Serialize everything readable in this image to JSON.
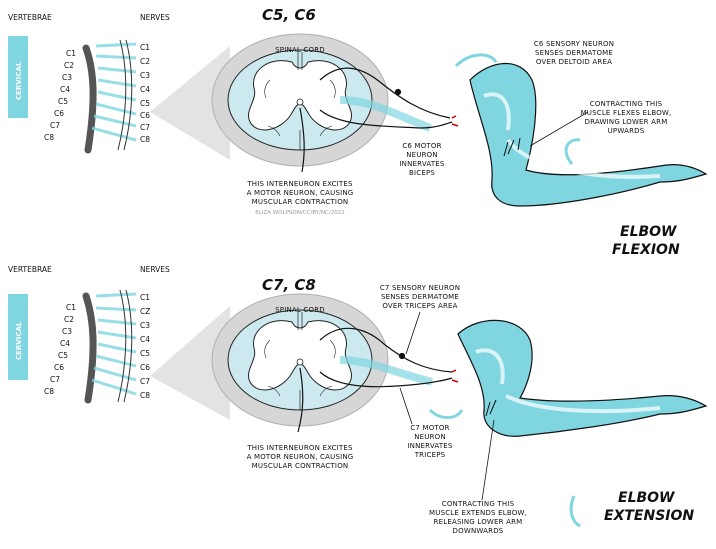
{
  "colors": {
    "cyan": "#7fd6e0",
    "cyan_light": "#c6ecf1",
    "grey": "#d9d9d9",
    "grey_dark": "#c2c2c2",
    "ink": "#111111",
    "bone": "#5a5a5a"
  },
  "panels": [
    {
      "title": "C5, C6",
      "vertebrae_label": "VERTEBRAE",
      "nerves_label": "NERVES",
      "region_label": "CERVICAL",
      "vertebra_levels": [
        "C1",
        "C2",
        "C3",
        "C4",
        "C5",
        "C6",
        "C7",
        "C8"
      ],
      "nerve_levels": [
        "C1",
        "C2",
        "C3",
        "C4",
        "C5",
        "C6",
        "C7",
        "C8"
      ],
      "spinal_cord_label": "SPINAL CORD",
      "interneuron_note": [
        "THIS INTERNEURON EXCITES",
        "A MOTOR NEURON, CAUSING",
        "MUSCULAR CONTRACTION"
      ],
      "credit": "ELIZA WOLPSON/CC/BY/NC/2022",
      "sensory_note": [
        "C6 SENSORY NEURON",
        "SENSES DERMATOME",
        "OVER DELTOID AREA"
      ],
      "muscle_note": [
        "CONTRACTING THIS",
        "MUSCLE FLEXES ELBOW,",
        "DRAWING LOWER ARM",
        "UPWARDS"
      ],
      "motor_note": [
        "C6 MOTOR",
        "NEURON",
        "INNERVATES",
        "BICEPS"
      ],
      "action_title": [
        "ELBOW",
        "FLEXION"
      ]
    },
    {
      "title": "C7, C8",
      "vertebrae_label": "VERTEBRAE",
      "nerves_label": "NERVES",
      "region_label": "CERVICAL",
      "vertebra_levels": [
        "C1",
        "C2",
        "C3",
        "C4",
        "C5",
        "C6",
        "C7",
        "C8"
      ],
      "nerve_levels": [
        "C1",
        "CZ",
        "C3",
        "C4",
        "C5",
        "C6",
        "C7",
        "C8"
      ],
      "spinal_cord_label": "SPINAL CORD",
      "interneuron_note": [
        "THIS INTERNEURON EXCITES",
        "A MOTOR NEURON, CAUSING",
        "MUSCULAR CONTRACTION"
      ],
      "sensory_note": [
        "C7 SENSORY NEURON",
        "SENSES DERMATOME",
        "OVER TRICEPS AREA"
      ],
      "muscle_note": [
        "CONTRACTING THIS",
        "MUSCLE EXTENDS ELBOW,",
        "RELEASING LOWER ARM",
        "DOWNWARDS"
      ],
      "motor_note": [
        "C7 MOTOR",
        "NEURON",
        "INNERVATES",
        "TRICEPS"
      ],
      "action_title": [
        "ELBOW",
        "EXTENSION"
      ]
    }
  ]
}
